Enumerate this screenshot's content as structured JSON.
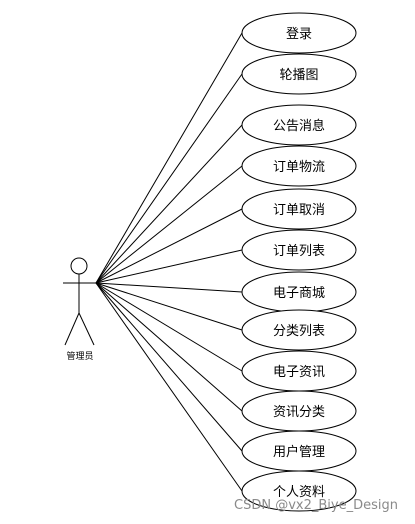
{
  "actor": {
    "label": "管理员"
  },
  "use_cases": [
    {
      "label": "登录"
    },
    {
      "label": "轮播图"
    },
    {
      "label": "公告消息"
    },
    {
      "label": "订单物流"
    },
    {
      "label": "订单取消"
    },
    {
      "label": "订单列表"
    },
    {
      "label": "电子商城"
    },
    {
      "label": "分类列表"
    },
    {
      "label": "电子资讯"
    },
    {
      "label": "资讯分类"
    },
    {
      "label": "用户管理"
    },
    {
      "label": "个人资料"
    }
  ],
  "watermark": "CSDN @vx2_Biye_Design",
  "colors": {
    "stroke": "#000000",
    "fill": "#ffffff",
    "watermark": "#8a8a8a"
  }
}
